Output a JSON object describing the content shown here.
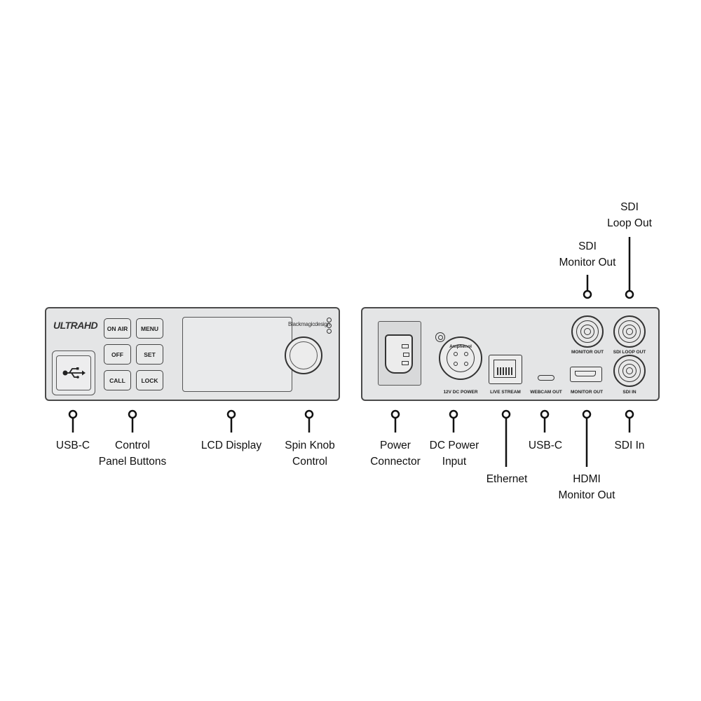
{
  "front": {
    "logo": "ULTRAHD",
    "buttons": [
      "ON AIR",
      "MENU",
      "OFF",
      "SET",
      "CALL",
      "LOCK"
    ],
    "brand": "Blackmagicdesign"
  },
  "rear": {
    "amphenol": "Amphenol",
    "port_labels": {
      "dc_power": "12V DC POWER",
      "live_stream": "LIVE STREAM",
      "webcam_out": "WEBCAM OUT",
      "hdmi_monitor_out": "MONITOR OUT",
      "sdi_monitor_out": "MONITOR OUT",
      "sdi_loop_out": "SDI LOOP OUT",
      "sdi_in": "SDI IN"
    }
  },
  "callouts": {
    "usb_c_front": [
      "USB-C"
    ],
    "control_panel_buttons": [
      "Control",
      "Panel Buttons"
    ],
    "lcd_display": [
      "LCD Display"
    ],
    "spin_knob": [
      "Spin Knob",
      "Control"
    ],
    "power_connector": [
      "Power",
      "Connector"
    ],
    "dc_power_input": [
      "DC Power",
      "Input"
    ],
    "ethernet": [
      "Ethernet"
    ],
    "usb_c_rear": [
      "USB-C"
    ],
    "hdmi_monitor_out": [
      "HDMI",
      "Monitor Out"
    ],
    "sdi_in": [
      "SDI In"
    ],
    "sdi_monitor_out": [
      "SDI",
      "Monitor Out"
    ],
    "sdi_loop_out": [
      "SDI",
      "Loop Out"
    ]
  }
}
